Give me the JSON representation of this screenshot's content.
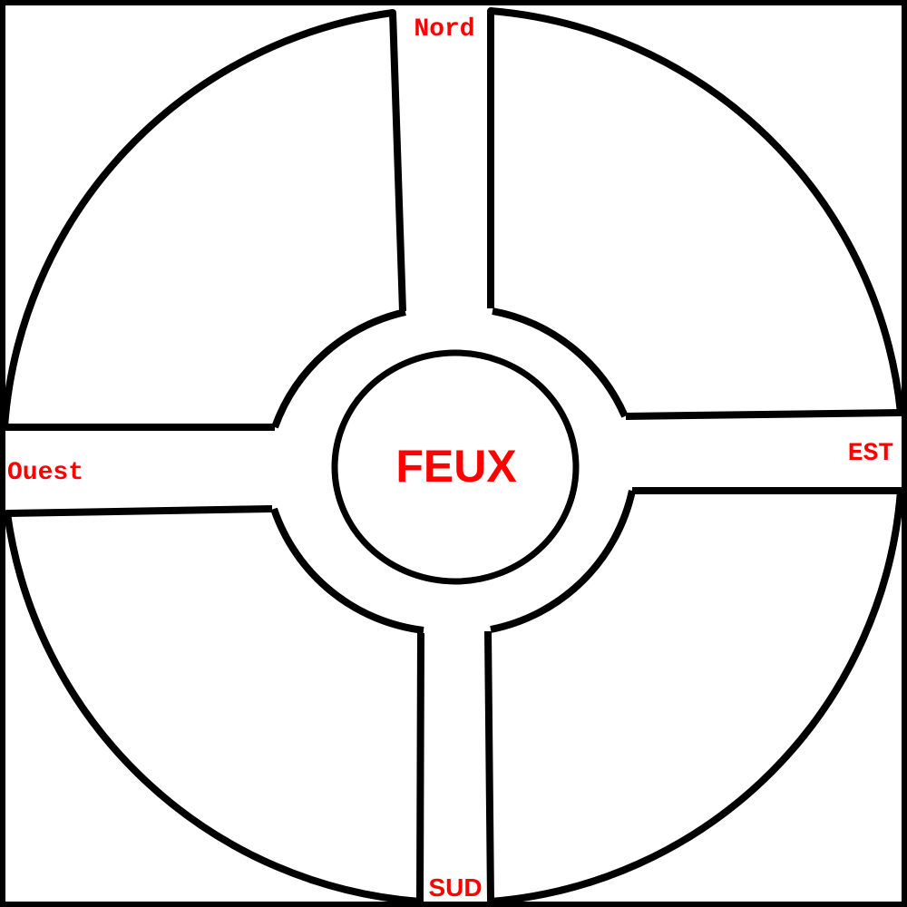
{
  "labels": {
    "north": "Nord",
    "south": "SUD",
    "east": "EST",
    "west": "Ouest",
    "center": "FEUX"
  },
  "colors": {
    "stroke": "#000000",
    "label": "#ff0000",
    "background": "#ffffff"
  }
}
